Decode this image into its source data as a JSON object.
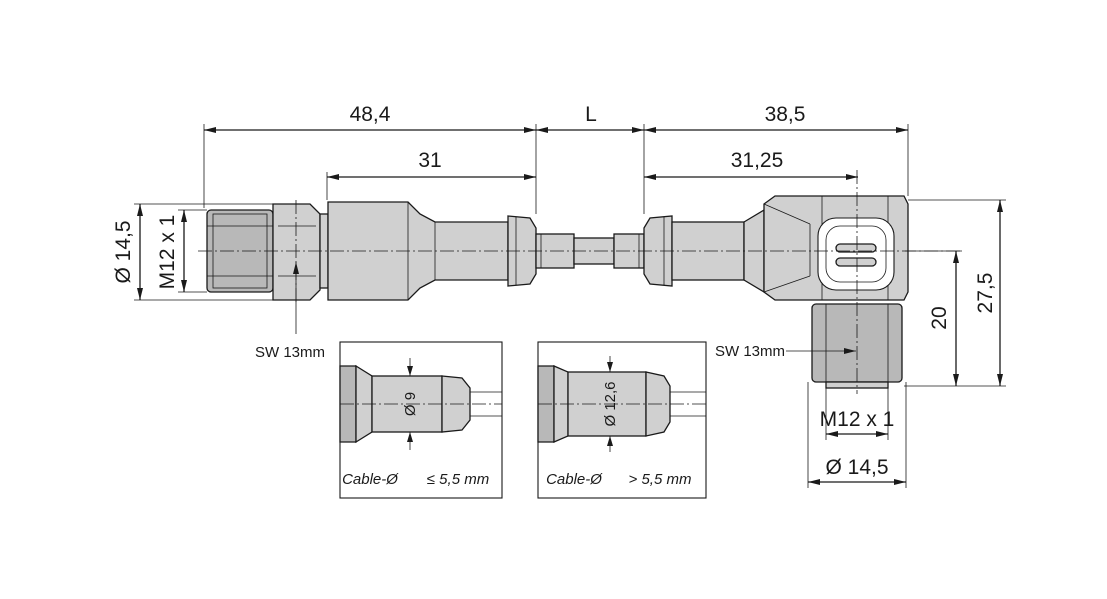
{
  "dimensions": {
    "left_total": "48,4",
    "left_body": "31",
    "cable_length": "L",
    "right_total": "38,5",
    "right_body": "31,25",
    "left_diameter": "Ø 14,5",
    "left_thread": "M12 x 1",
    "right_height_total": "27,5",
    "right_height": "20",
    "right_thread": "M12 x 1",
    "right_diameter": "Ø 14,5"
  },
  "labels": {
    "left_wrench": "SW 13mm",
    "right_wrench": "SW 13mm"
  },
  "details": [
    {
      "diameter": "Ø 9",
      "cable_label": "Cable-Ø",
      "condition": "≤ 5,5 mm"
    },
    {
      "diameter": "Ø 12,6",
      "cable_label": "Cable-Ø",
      "condition": "> 5,5 mm"
    }
  ]
}
